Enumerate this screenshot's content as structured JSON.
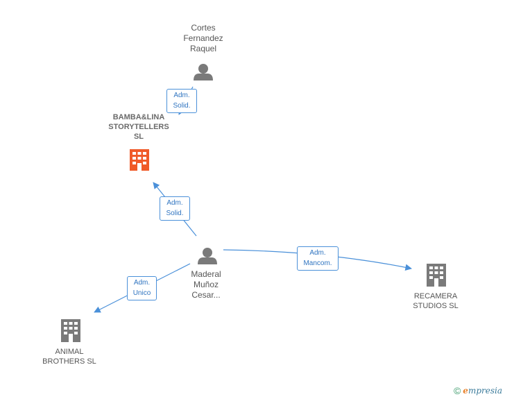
{
  "nodes": {
    "cortes": {
      "label": "Cortes\nFernandez\nRaquel",
      "kind": "person"
    },
    "bamba": {
      "label": "BAMBA&LINA\nSTORYTELLERS\nSL",
      "kind": "company-focus"
    },
    "maderal": {
      "label": "Maderal\nMuñoz\nCesar...",
      "kind": "person"
    },
    "recamera": {
      "label": "RECAMERA\nSTUDIOS SL",
      "kind": "company"
    },
    "animal": {
      "label": "ANIMAL\nBROTHERS  SL",
      "kind": "company"
    }
  },
  "edges": {
    "cortes_bamba": {
      "label": "Adm.\nSolid."
    },
    "maderal_bamba": {
      "label": "Adm.\nSolid."
    },
    "maderal_recamera": {
      "label": "Adm.\nMancom."
    },
    "maderal_animal": {
      "label": "Adm.\nUnico"
    }
  },
  "colors": {
    "person_icon": "#7a7a7a",
    "company_icon": "#7a7a7a",
    "focus_icon": "#f05a28",
    "edge": "#4a90d9"
  },
  "footer": {
    "copyright": "©",
    "brand_initial": "e",
    "brand_rest": "mpresia"
  }
}
